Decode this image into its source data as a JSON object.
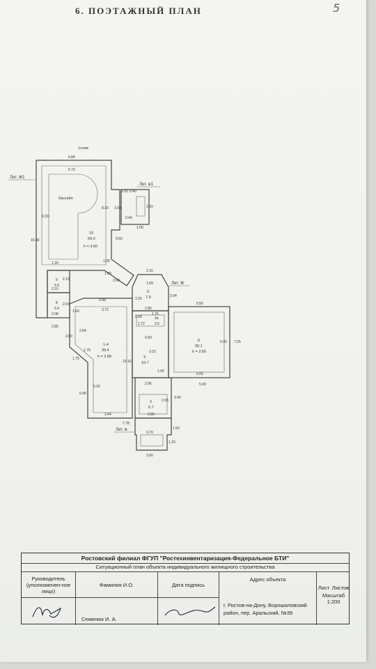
{
  "page": {
    "title": "6. ПОЭТАЖНЫЙ ПЛАН",
    "page_mark": "5"
  },
  "plan": {
    "floor_label": "1этаж",
    "section_labels": [
      "Лит. Ж1",
      "Лит. ж1",
      "Лит. Ж",
      "Лит. ж"
    ],
    "pool_label": "бассейн",
    "rooms": [
      {
        "num": "10",
        "area": "69.0",
        "height": "h = 3.60"
      },
      {
        "num": "5",
        "area": "7.9"
      },
      {
        "num": "1-4",
        "area": "39.4",
        "height": "h = 2.80"
      },
      {
        "num": "3",
        "area": "10.7"
      },
      {
        "num": "6",
        "area": "30.1",
        "height": "h = 2.65"
      },
      {
        "num": "2",
        "area": "5.7"
      },
      {
        "num": "3а",
        "area": "3.5"
      },
      {
        "num": "9",
        "area": "5.9"
      },
      {
        "num": "8",
        "area": "5.4"
      }
    ],
    "dimensions": [
      "6.84",
      "5.73",
      "1.05",
      "0.40",
      "2.10",
      "3.90",
      "8.30",
      "0.40",
      "1.00",
      "9.30",
      "16.80",
      "9.50",
      "1.20",
      "1.30",
      "1.80",
      "2.60",
      "2.16",
      "1.69",
      "2.04",
      "2.20",
      "2.12",
      "2.10",
      "2.08",
      "2.01",
      "2.80",
      "3.98",
      "3.73",
      "1.60",
      "2.85",
      "0.88",
      "1.75",
      "1.72",
      "5.50",
      "0.90",
      "2.84",
      "2.60",
      "1.75",
      "1.75",
      "3.15",
      "10.10",
      "1.00",
      "5.95",
      "7.05",
      "5.05",
      "5.90",
      "5.48",
      "5.20",
      "2.96",
      "2.05",
      "3.40",
      "2.80",
      "3.44",
      "7.78",
      "1.50",
      "3.70",
      "1.20",
      "3.00"
    ]
  },
  "stamp": {
    "org": "Ростовский филиал ФГУП \"Ростехинвентаризация-Федеральное БТИ\"",
    "doc": "Ситуационный план объекта индивидуального жилищного строительства",
    "headers": {
      "manager": "Руководитель (уполномочен-ное лицо)",
      "name": "Фамилия И.О.",
      "date_sign": "Дата подпись",
      "address": "Адрес объекта",
      "sheet": "Лист",
      "sheets": "Листов",
      "scale": "Масштаб 1:200"
    },
    "surname": "Семенюк И. А.",
    "address_value": "г. Ростов-на-Дону, Ворошиловский район, пер. Аральский, №39"
  }
}
